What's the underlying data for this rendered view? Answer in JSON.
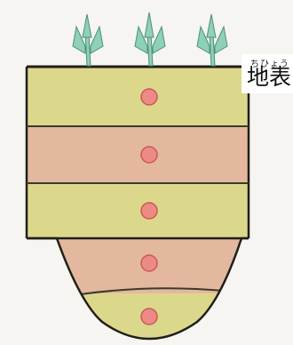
{
  "labels": {
    "surface_label": "地表",
    "surface_reading": "ちひょう"
  },
  "colors": {
    "background": "#f6f5f1",
    "yellow_layer": "#dcd88b",
    "pink_layer": "#e3b89e",
    "layer_line": "#3b3a2a",
    "dot_fill": "#ee8a86",
    "dot_stroke": "#c85a55",
    "leaf": "#8fd1b6",
    "leaf_stroke": "#4e8f78"
  },
  "diagram": {
    "layers": [
      {
        "name": "layer-1",
        "color": "yellow"
      },
      {
        "name": "layer-2",
        "color": "pink"
      },
      {
        "name": "layer-3",
        "color": "yellow"
      },
      {
        "name": "layer-4",
        "color": "pink"
      },
      {
        "name": "layer-5",
        "color": "yellow"
      }
    ],
    "plant_count": 3,
    "dot_count": 5
  }
}
